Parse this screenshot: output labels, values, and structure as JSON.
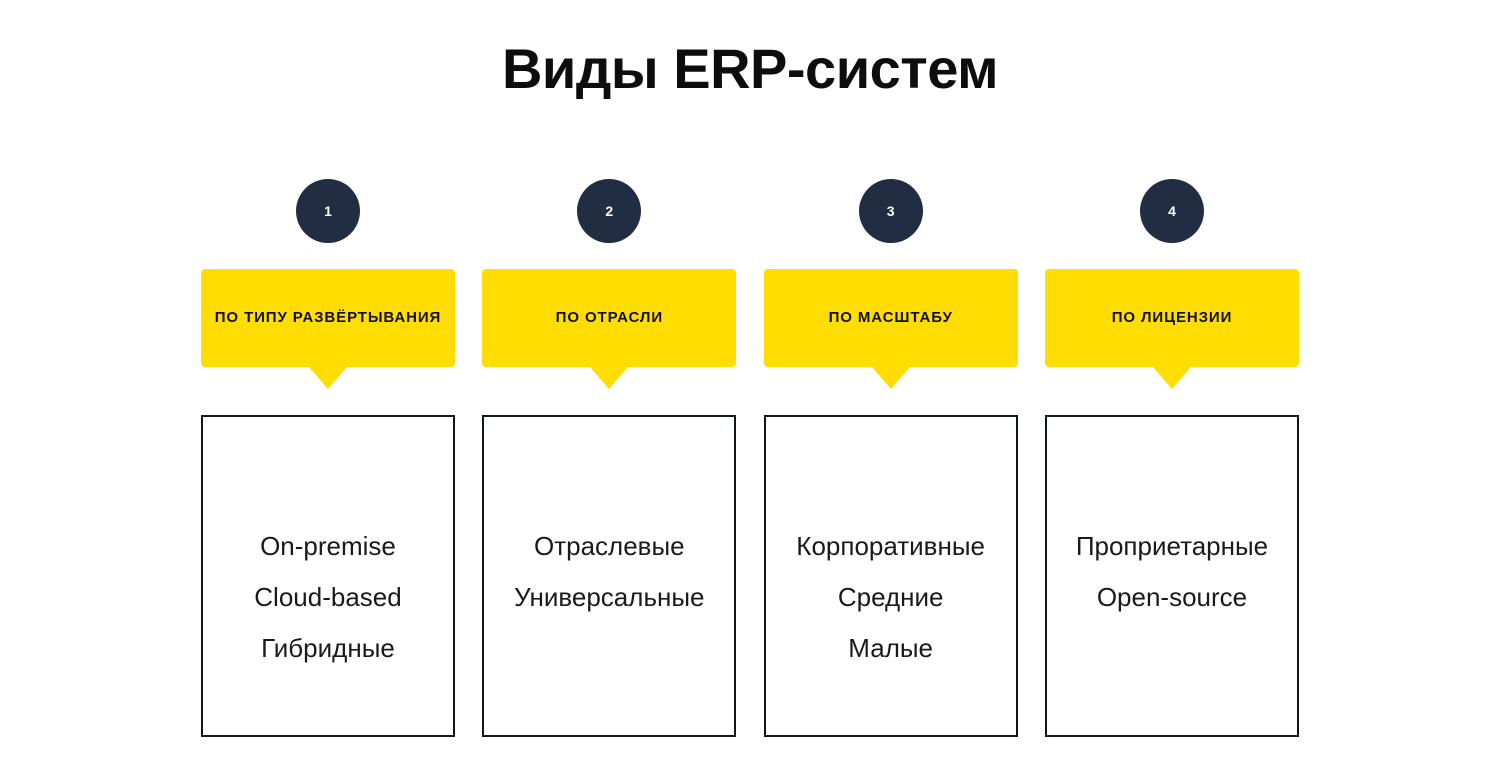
{
  "title": "Виды ERP-систем",
  "theme": {
    "accent_yellow": "#FFDD00",
    "circle_navy": "#212D43",
    "card_border": "#11151C",
    "background": "#FFFFFF",
    "text": "#1A1A1A"
  },
  "columns": [
    {
      "step": "1",
      "banner_label": "ПО ТИПУ РАЗВЁРТЫВАНИЯ",
      "items": [
        "On-premise",
        "Cloud-based",
        "Гибридные"
      ]
    },
    {
      "step": "2",
      "banner_label": "ПО ОТРАСЛИ",
      "items": [
        "Отраслевые",
        "Универсальные"
      ]
    },
    {
      "step": "3",
      "banner_label": "ПО МАСШТАБУ",
      "items": [
        "Корпоративные",
        "Средние",
        "Малые"
      ]
    },
    {
      "step": "4",
      "banner_label": "ПО ЛИЦЕНЗИИ",
      "items": [
        "Проприетарные",
        "Open-source"
      ]
    }
  ]
}
